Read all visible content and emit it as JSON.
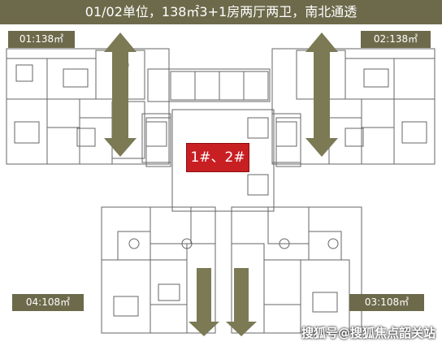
{
  "title": "01/02单位，138㎡3+1房两厅两卫，南北通透",
  "unit_labels": {
    "u01": "01:138㎡",
    "u02": "02:138㎡",
    "u04": "04:108㎡",
    "u03": "03:108㎡"
  },
  "core_label": "1#、2#",
  "watermark": "搜狐号@搜狐焦点韶关站",
  "colors": {
    "label_bg": "#6d6a4b",
    "arrow": "#7b7a55",
    "core": "#c81f23",
    "walls": "#555555"
  }
}
